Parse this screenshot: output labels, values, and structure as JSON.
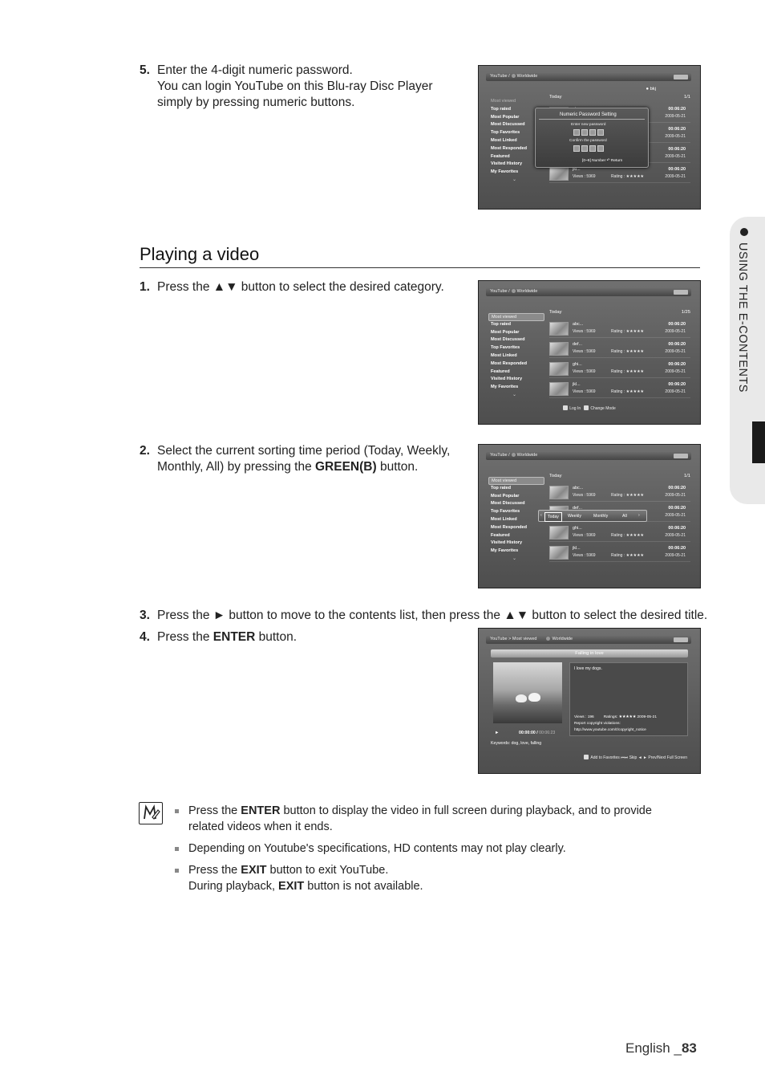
{
  "steps": {
    "s5": {
      "num": "5.",
      "line1": "Enter the 4-digit numeric password.",
      "line2": "You can login YouTube on this Blu-ray Disc Player",
      "line3": "simply by pressing numeric buttons."
    },
    "s1": {
      "num": "1.",
      "text": "Press the ▲▼ button to select the desired category."
    },
    "s2": {
      "num": "2.",
      "line1": "Select the current sorting time period (Today, Weekly,",
      "line2_pre": "Monthly, All) by pressing the ",
      "line2_bold": "GREEN(B)",
      "line2_post": " button."
    },
    "s3": {
      "num": "3.",
      "text": "Press the ► button to move to the contents list, then press the ▲▼ button to select the desired title."
    },
    "s4": {
      "num": "4.",
      "pre": "Press the ",
      "bold": "ENTER",
      "post": " button."
    }
  },
  "section_title": "Playing a video",
  "side_tab": "USING THE E-CONTENTS",
  "screens": {
    "crumb": "YouTube /",
    "region": "Worldwide",
    "crumb_player": "YouTube > Most viewed",
    "menu": [
      "Most viewed",
      "Top rated",
      "Most Popular",
      "Most Discussed",
      "Top Favorites",
      "Most Linked",
      "Most Responded",
      "Featured",
      "Visited History",
      "My Favorites"
    ],
    "period": "Today",
    "page_1": "1/1",
    "page_25": "1/25",
    "user": "bkj",
    "rows": [
      {
        "title": "abc...",
        "duration": "00:06:20",
        "views": "Views : 5969",
        "rating": "Rating : ★★★★★",
        "date": "2009-05-21"
      },
      {
        "title": "def...",
        "duration": "00:06:20",
        "views": "Views : 5969",
        "rating": "Rating : ★★★★★",
        "date": "2009-05-21"
      },
      {
        "title": "ghi...",
        "duration": "00:06:20",
        "views": "Views : 5969",
        "rating": "Rating : ★★★★★",
        "date": "2009-05-21"
      },
      {
        "title": "jkl...",
        "duration": "00:06:20",
        "views": "Views : 5969",
        "rating": "Rating : ★★★★★",
        "date": "2009-05-21"
      }
    ],
    "popup": {
      "title": "Numeric Password Setting",
      "enter": "Enter new password",
      "confirm": "Confirm the password",
      "hint": "[0~9] Number   ↶ Return"
    },
    "footer_login": "Log In",
    "footer_mode": "Change Mode",
    "sort": {
      "today": "Today",
      "weekly": "Weekly",
      "monthly": "Monthly",
      "all": "All"
    },
    "player": {
      "title": "Falling in love",
      "desc": "I love my dogs.",
      "time_current": "00:00:00 /",
      "time_total": "00:06:23",
      "keywords": "Keywords: dog, love, falling",
      "views": "Views : 196",
      "ratings": "Ratings: ★★★★★ 2009-05-21",
      "report": "Report copyright violations:",
      "url": "http://www.youtube.com/t/copyright_notice",
      "footer": "Add to Favorites   ⏮⏭ Skip   ◄ ► Prev/Next   Full Screen"
    }
  },
  "notes": [
    {
      "pre": "Press the ",
      "bold": "ENTER",
      "post": " button to display the video in full screen during playback, and to provide related videos when it ends."
    },
    {
      "text": "Depending on Youtube's specifications, HD contents may not play clearly."
    },
    {
      "pre": "Press the ",
      "bold": "EXIT",
      "post": " button to exit YouTube.",
      "line2_pre": "During playback, ",
      "line2_bold": "EXIT",
      "line2_post": " button is not available."
    }
  ],
  "footer": {
    "lang": "English _",
    "page": "83"
  }
}
